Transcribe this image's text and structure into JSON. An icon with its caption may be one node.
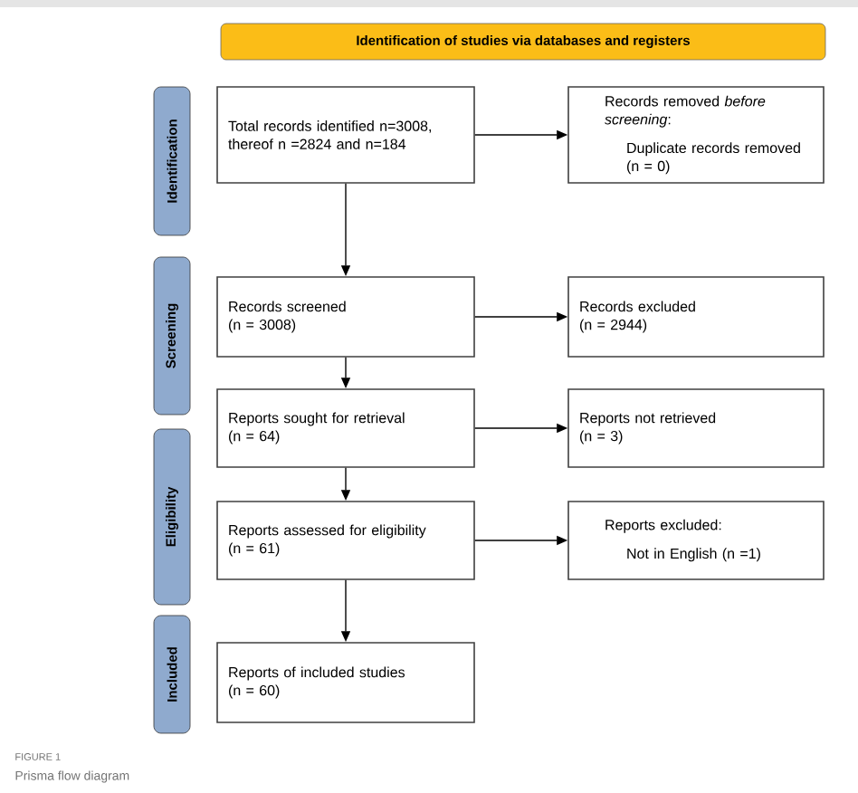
{
  "diagram": {
    "nodes": [
      {
        "text": [
          "Identification of studies via databases and registers"
        ]
      },
      {
        "text": [
          "Identification"
        ]
      },
      {
        "text": [
          "Screening"
        ]
      },
      {
        "text": [
          "Eligibility"
        ]
      },
      {
        "text": [
          "Included"
        ]
      },
      {
        "text": [
          "Total records identified n=3008, thereof n =2824 and n=184"
        ]
      },
      {
        "text": [
          "Records removed *before screening*:",
          "Duplicate records removed (n = 0)"
        ]
      },
      {
        "text": [
          "Records screened",
          "(n = 3008)"
        ]
      },
      {
        "text": [
          "Records excluded",
          "(n = 2944)"
        ]
      },
      {
        "text": [
          "Reports sought for retrieval",
          "(n = 64)"
        ]
      },
      {
        "text": [
          "Reports not retrieved",
          "(n = 3)"
        ]
      },
      {
        "text": [
          "Reports assessed for eligibility",
          "(n = 61)"
        ]
      },
      {
        "text": [
          "Reports excluded:",
          "Not in English (n =1)"
        ]
      },
      {
        "text": [
          "Reports of included studies",
          "(n = 60)"
        ]
      }
    ],
    "edges": [
      {
        "from": 5,
        "to": 6,
        "arrow": "to"
      },
      {
        "from": 5,
        "to": 7,
        "arrow": "to"
      },
      {
        "from": 7,
        "to": 8,
        "arrow": "to"
      },
      {
        "from": 7,
        "to": 9,
        "arrow": "to"
      },
      {
        "from": 9,
        "to": 10,
        "arrow": "to"
      },
      {
        "from": 9,
        "to": 11,
        "arrow": "to"
      },
      {
        "from": 11,
        "to": 12,
        "arrow": "to"
      },
      {
        "from": 11,
        "to": 13,
        "arrow": "to"
      }
    ],
    "labels": [
      "FIGURE 1",
      "Prisma flow diagram"
    ]
  }
}
